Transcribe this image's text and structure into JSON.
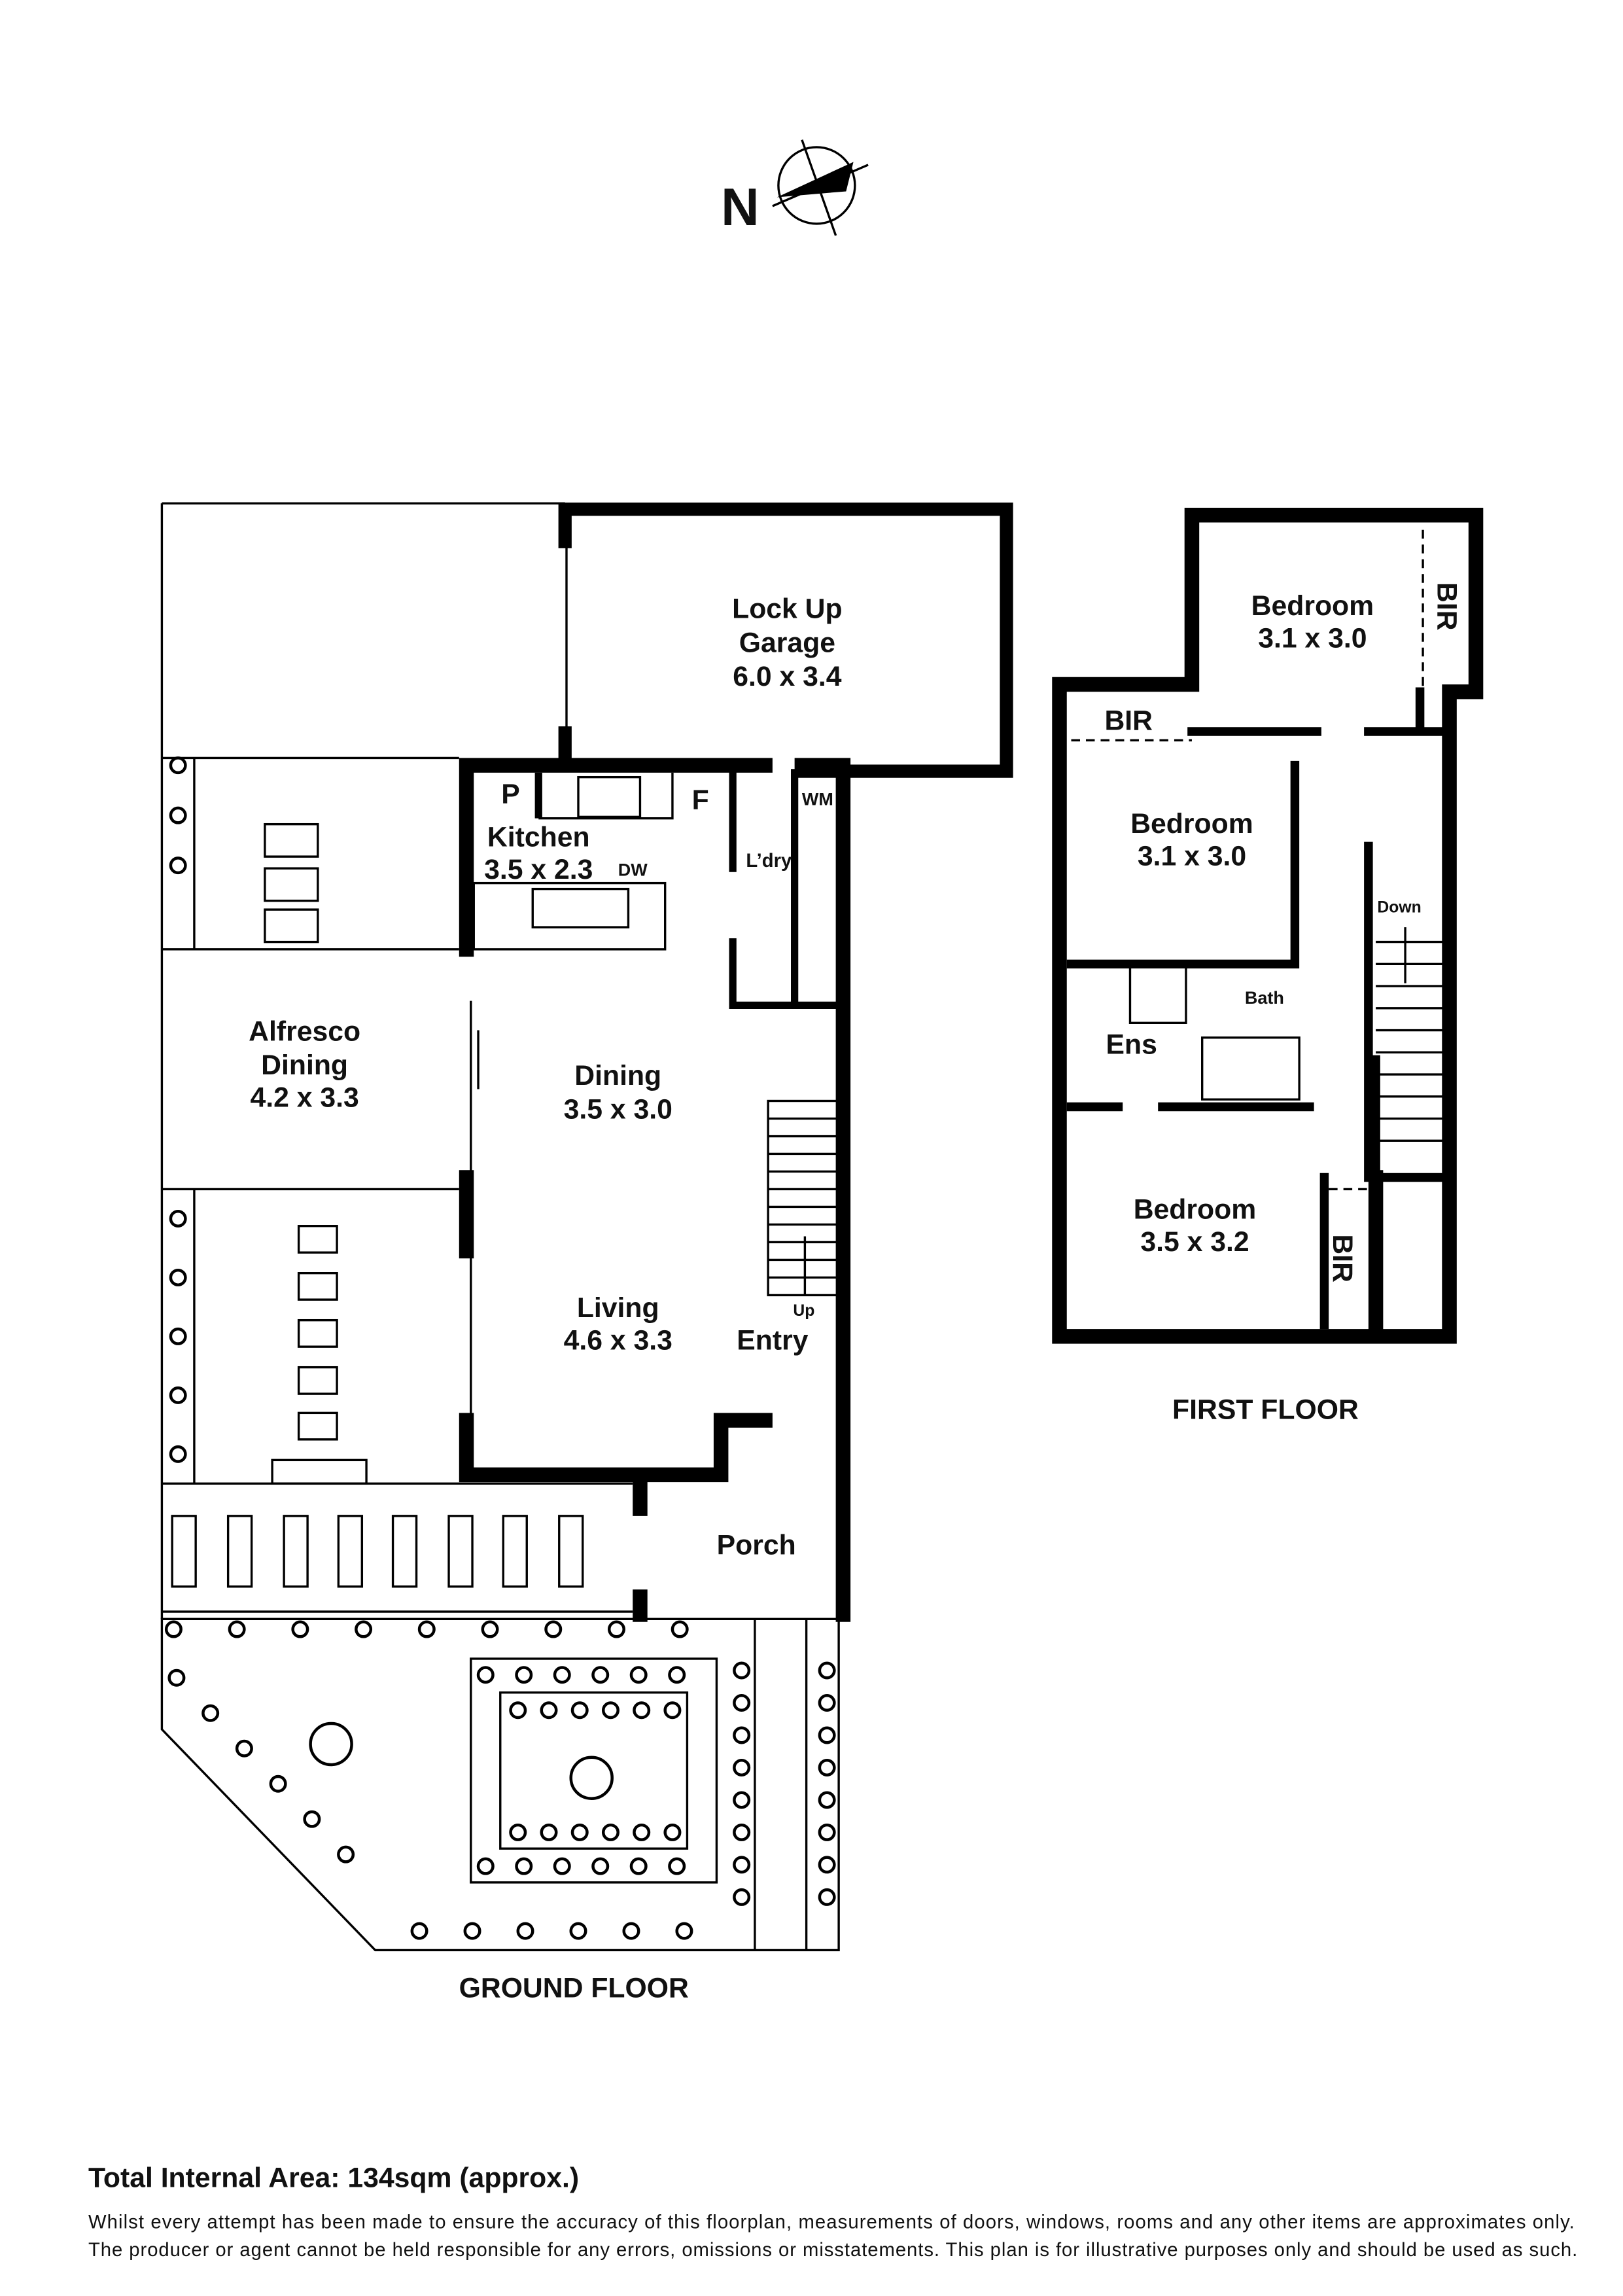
{
  "compass": {
    "label": "N"
  },
  "ground_floor": {
    "title": "GROUND FLOOR",
    "rooms": {
      "garage": {
        "name1": "Lock Up",
        "name2": "Garage",
        "size": "6.0 x 3.4"
      },
      "kitchen": {
        "name": "Kitchen",
        "size": "3.5 x 2.3"
      },
      "alfresco": {
        "name1": "Alfresco",
        "name2": "Dining",
        "size": "4.2 x 3.3"
      },
      "dining": {
        "name": "Dining",
        "size": "3.5 x 3.0"
      },
      "living": {
        "name": "Living",
        "size": "4.6 x 3.3"
      },
      "entry": {
        "name": "Entry"
      },
      "porch": {
        "name": "Porch"
      },
      "laundry": {
        "name": "L’dry"
      }
    },
    "labels": {
      "pantry": "P",
      "fridge": "F",
      "dishwasher": "DW",
      "washing_machine": "WM",
      "stairs_up": "Up"
    }
  },
  "first_floor": {
    "title": "FIRST FLOOR",
    "rooms": {
      "bedroom1": {
        "name": "Bedroom",
        "size": "3.1 x 3.0"
      },
      "bedroom2": {
        "name": "Bedroom",
        "size": "3.1 x 3.0"
      },
      "bedroom3": {
        "name": "Bedroom",
        "size": "3.5 x 3.2"
      },
      "ensuite": {
        "name": "Ens"
      },
      "bath": {
        "name": "Bath"
      }
    },
    "labels": {
      "bir": "BIR",
      "stairs_down": "Down"
    }
  },
  "footer": {
    "total_area": "Total Internal Area: 134sqm (approx.)",
    "disclaimer_line1": "Whilst every attempt has been made to ensure the accuracy of this floorplan, measurements of doors, windows, rooms and any other items are approximates only.",
    "disclaimer_line2": "The producer or agent cannot be held responsible for any errors, omissions or misstatements. This plan is for illustrative purposes only and should be used as such."
  }
}
